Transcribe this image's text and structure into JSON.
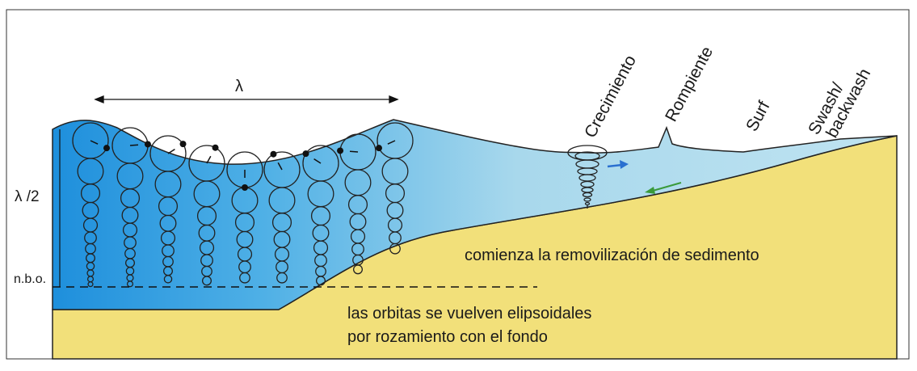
{
  "labels": {
    "wavelength": "λ",
    "half_wavelength": "λ /2",
    "wave_base": "n.b.o.",
    "zone_growth": "Crecimiento",
    "zone_breaker": "Rompiente",
    "zone_surf": "Surf",
    "zone_swash_line1": "Swash/",
    "zone_swash_line2": "backwash",
    "sediment_note": "comienza la removilización de sedimento",
    "orbit_note_line1": "las orbitas se vuelven elipsoidales",
    "orbit_note_line2": "por rozamiento con el fondo"
  },
  "colors": {
    "deep_water": "#1e8fdc",
    "shallow_water": "#a8d8ec",
    "sand": "#f2e07a",
    "outline": "#222222",
    "flow_arrow": "#2a6fd0",
    "return_arrow": "#3a9a3a"
  },
  "icons": {
    "flow_arrow": "arrow-right-icon",
    "return_arrow": "arrow-left-icon",
    "breaking_wave": "vortex-icon"
  }
}
